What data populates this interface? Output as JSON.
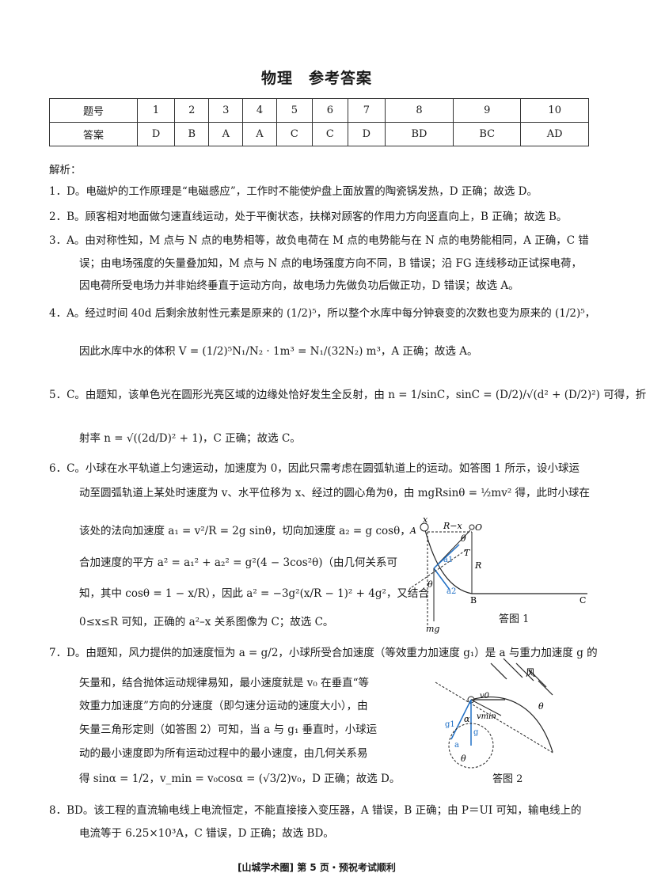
{
  "title": "物理　参考答案",
  "answer_table": {
    "header_label": "题号",
    "answer_label": "答案",
    "numbers": [
      "1",
      "2",
      "3",
      "4",
      "5",
      "6",
      "7",
      "8",
      "9",
      "10"
    ],
    "answers": [
      "D",
      "B",
      "A",
      "A",
      "C",
      "C",
      "D",
      "BD",
      "BC",
      "AD"
    ]
  },
  "jiexi": "解析：",
  "lines": {
    "q1": "1．D。电磁炉的工作原理是“电磁感应”，工作时不能使炉盘上面放置的陶瓷锅发热，D 正确；故选 D。",
    "q2": "2．B。顾客相对地面做匀速直线运动，处于平衡状态，扶梯对顾客的作用力方向竖直向上，B 正确；故选 B。",
    "q3a": "3．A。由对称性知，M 点与 N 点的电势相等，故负电荷在 M 点的电势能与在 N 点的电势能相同，A 正确，C 错",
    "q3b": "误；由电场强度的矢量叠加知，M 点与 N 点的电场强度方向不同，B 错误；沿 FG 连线移动正试探电荷，",
    "q3c": "因电荷所受电场力并非始终垂直于运动方向，故电场力先做负功后做正功，D 错误；故选 A。",
    "q4a": "4．A。经过时间 40d 后剩余放射性元素是原来的 (1/2)⁵，所以整个水库中每分钟衰变的次数也变为原来的 (1/2)⁵，",
    "q4b": "因此水库中水的体积 V = (1/2)⁵N₁/N₂ · 1m³ = N₁/(32N₂) m³，A 正确；故选 A。",
    "q5a": "5．C。由题知，该单色光在圆形光亮区域的边缘处恰好发生全反射，由 n = 1/sinC，sinC = (D/2)/√(d² + (D/2)²) 可得，折",
    "q5b": "射率 n = √((2d/D)² + 1)，C 正确；故选 C。",
    "q6a": "6．C。小球在水平轨道上匀速运动，加速度为 0，因此只需考虑在圆弧轨道上的运动。如答图 1 所示，设小球运",
    "q6b": "动至圆弧轨道上某处时速度为 v、水平位移为 x、经过的圆心角为θ，由 mgRsinθ = ½mv² 得，此时小球在",
    "q6c": "该处的法向加速度 a₁ = v²/R = 2g sinθ，切向加速度 a₂ = g cosθ，",
    "q6d": "合加速度的平方 a² = a₁² + a₂² = g²(4 − 3cos²θ)（由几何关系可",
    "q6e": "知，其中 cosθ = 1 − x/R），因此 a² = −3g²(x/R − 1)² + 4g²，又结合",
    "q6f": "0≤x≤R 可知，正确的 a²–x 关系图像为 C；故选 C。",
    "q7a": "7．D。由题知，风力提供的加速度恒为 a = g/2，小球所受合加速度（等效重力加速度 g₁）是 a 与重力加速度 g 的",
    "q7b": "矢量和，结合抛体运动规律易知，最小速度就是 v₀ 在垂直“等",
    "q7c": "效重力加速度”方向的分速度（即匀速分运动的速度大小），由",
    "q7d": "矢量三角形定则（如答图 2）可知，当 a 与 g₁ 垂直时，小球运",
    "q7e": "动的最小速度即为所有运动过程中的最小速度，由几何关系易",
    "q7f": "得 sinα = 1/2，v_min = v₀cosα = (√3/2)v₀，D 正确；故选 D。",
    "q8a": "8．BD。该工程的直流输电线上电流恒定，不能直接接入变压器，A 错误，B 正确；由 P＝UI 可知，输电线上的",
    "q8b": "电流等于 6.25×10³A，C 错误，D 正确；故选 BD。"
  },
  "fig1": {
    "caption": "答图 1",
    "labels": {
      "x": "x",
      "Rx": "R−x",
      "O": "O",
      "A": "A",
      "theta": "θ",
      "T": "T",
      "a1": "a1",
      "R": "R",
      "theta2": "θ",
      "a2": "a2",
      "B": "B",
      "C": "C",
      "mg": "mg"
    }
  },
  "fig2": {
    "caption": "答图 2",
    "labels": {
      "wind": "风",
      "v0": "v0",
      "vmin": "vmin",
      "theta": "θ",
      "g1": "g1",
      "alpha": "α",
      "g": "g",
      "a": "a",
      "theta2": "θ"
    }
  },
  "footer": "[山城学术圈] 第 5 页・预祝考试顺利",
  "colors": {
    "blue": "#1f6fc5",
    "text": "#1a1a1a"
  }
}
